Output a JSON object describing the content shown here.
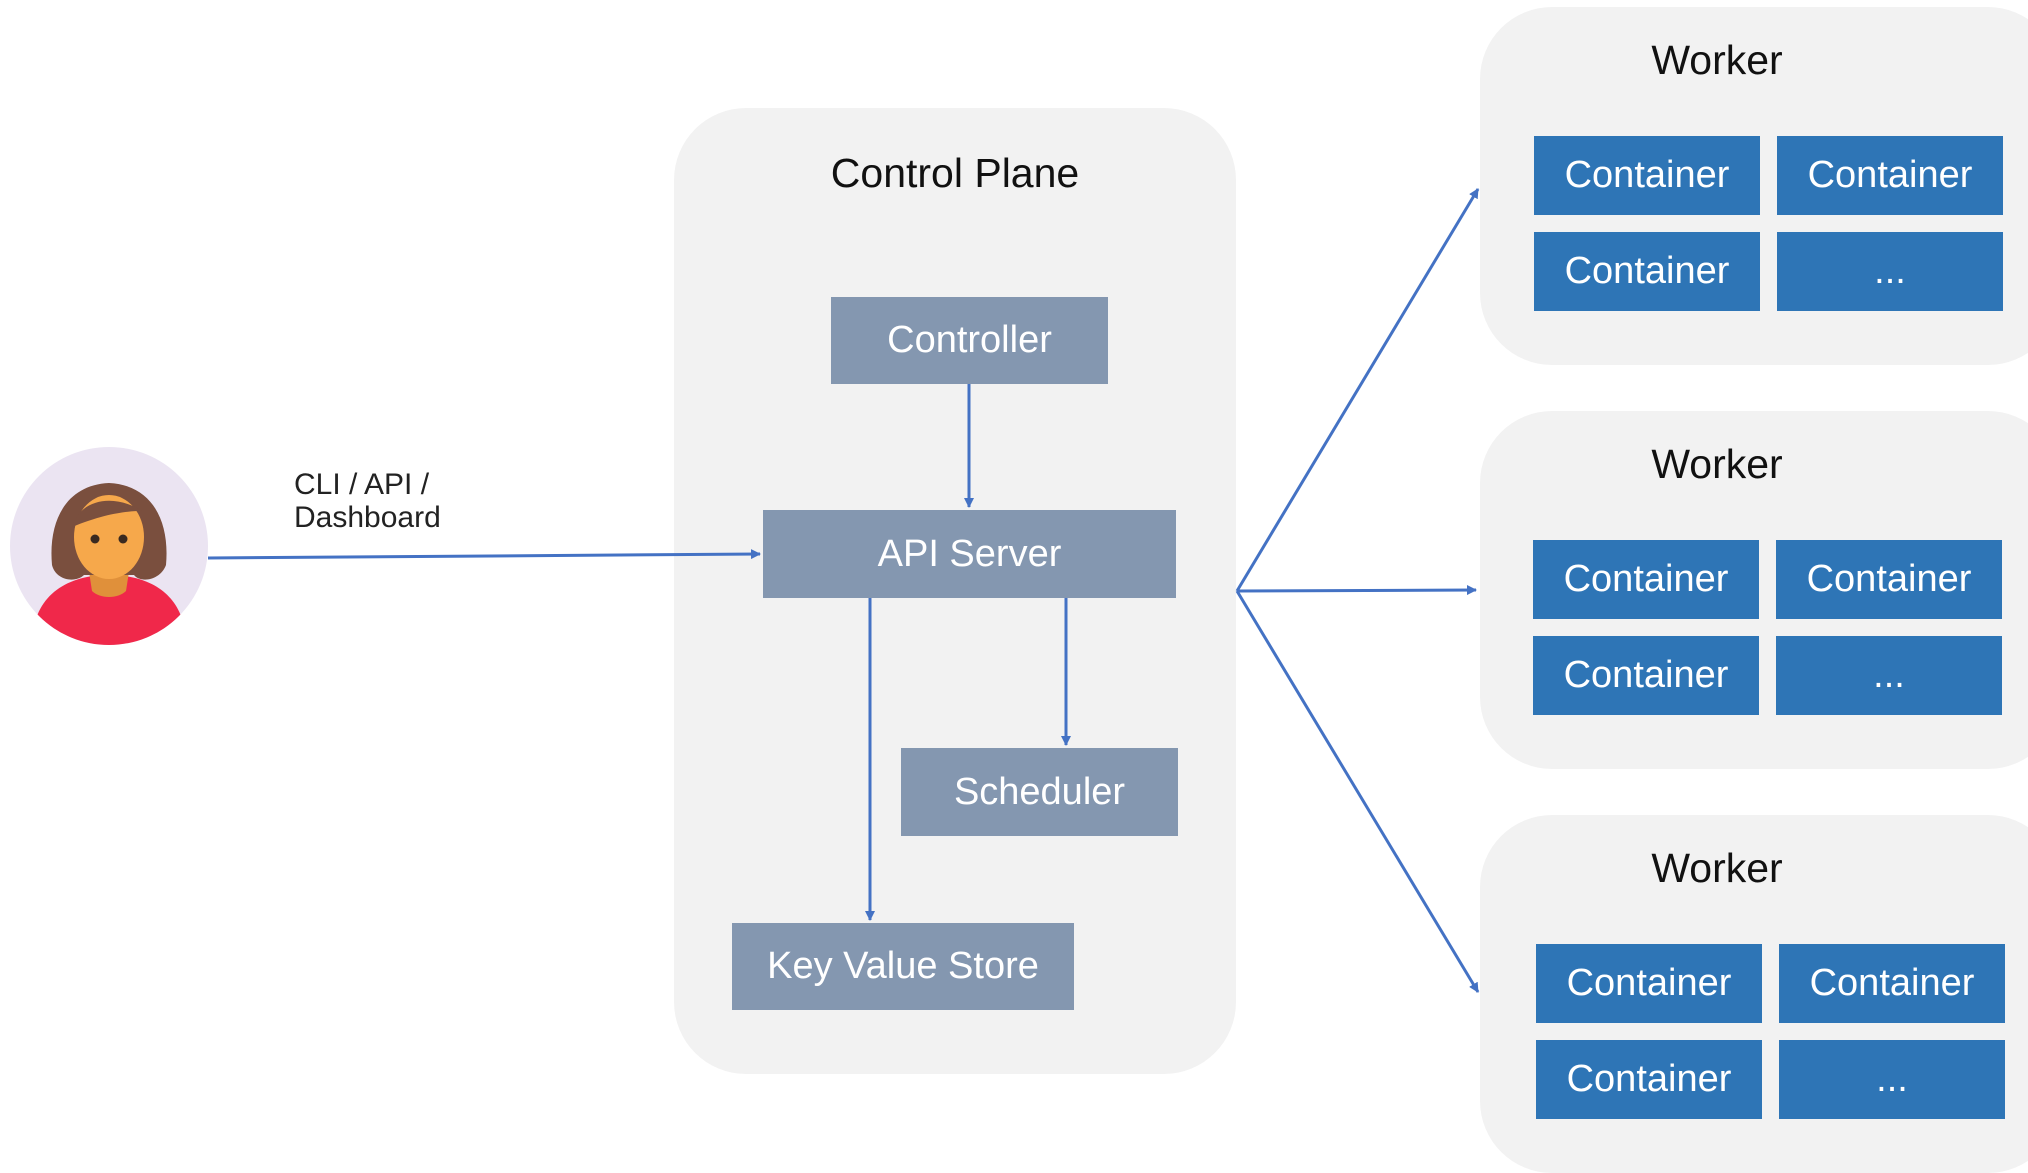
{
  "user": {
    "icon": "user-avatar-icon",
    "colors": {
      "circle": "#ebe4f2",
      "hair": "#7a4f3e",
      "skin": "#f6a84b",
      "shirt": "#f0284a"
    }
  },
  "edge_label": {
    "line1": "CLI / API /",
    "line2": "Dashboard"
  },
  "control_plane": {
    "title": "Control Plane",
    "components": {
      "controller": "Controller",
      "api_server": "API Server",
      "scheduler": "Scheduler",
      "kv_store": "Key Value Store"
    }
  },
  "workers": [
    {
      "title": "Worker",
      "cells": [
        "Container",
        "Container",
        "Container",
        "..."
      ]
    },
    {
      "title": "Worker",
      "cells": [
        "Container",
        "Container",
        "Container",
        "..."
      ]
    },
    {
      "title": "Worker",
      "cells": [
        "Container",
        "Container",
        "Container",
        "..."
      ]
    }
  ],
  "colors": {
    "panel": "#f2f2f2",
    "component": "#8497b0",
    "container": "#2e75b6",
    "arrow": "#4472c4"
  }
}
